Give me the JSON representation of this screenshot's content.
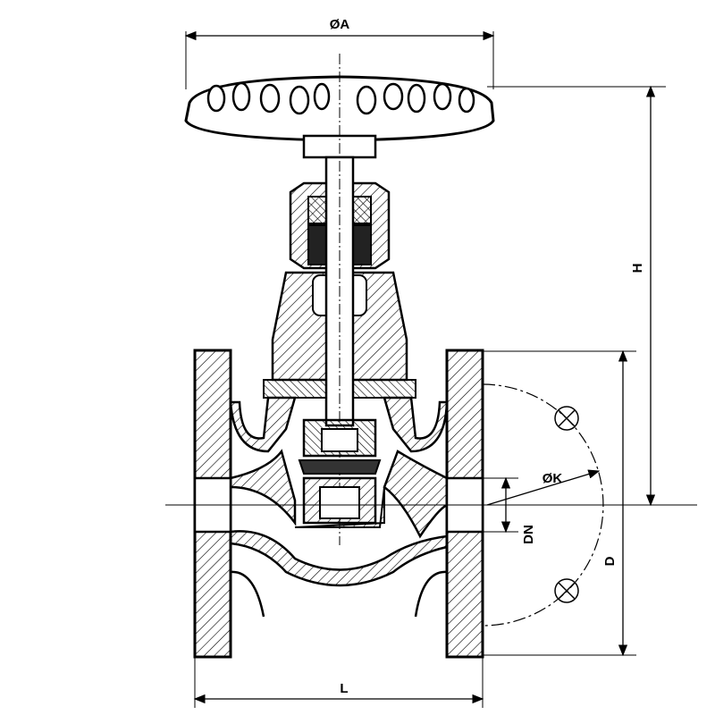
{
  "drawing": {
    "labels": {
      "handwheel_diameter": "ØA",
      "height": "H",
      "bolt_circle_diameter": "ØK",
      "nominal_diameter": "DN",
      "flange_diameter": "D",
      "length": "L"
    },
    "colors": {
      "line": "#000000",
      "background": "#ffffff"
    }
  }
}
